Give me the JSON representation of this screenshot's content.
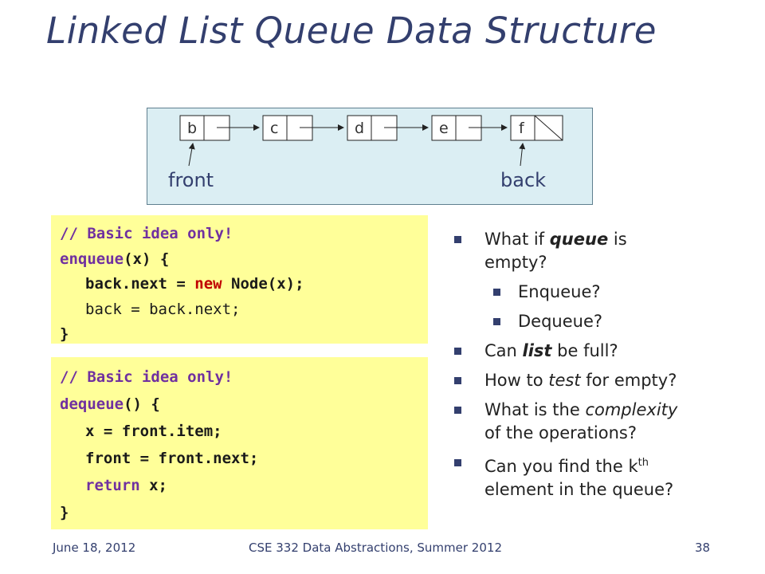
{
  "slide": {
    "title": "Linked List Queue Data Structure",
    "diagram": {
      "nodes": [
        "b",
        "c",
        "d",
        "e",
        "f"
      ],
      "front_label": "front",
      "back_label": "back"
    },
    "enqueue_code": {
      "comment": "// Basic idea only!",
      "sig_name": "enqueue",
      "sig_rest": "(x) {",
      "l3_a": "back.next = ",
      "l3_kw": "new",
      "l3_b": " Node(x);",
      "l4": "back = back.next;",
      "close": "}"
    },
    "dequeue_code": {
      "comment": "// Basic idea only!",
      "sig_name": "dequeue",
      "sig_rest": "() {",
      "l3": "x = front.item;",
      "l4": "front = front.next;",
      "l5_kw": "return",
      "l5_rest": " x;",
      "close": "}"
    },
    "bullets": {
      "b1_pre": "What if ",
      "b1_em": "queue",
      "b1_post": " is",
      "b1_line2": "empty?",
      "s1": "Enqueue?",
      "s2": "Dequeue?",
      "b2_pre": "Can ",
      "b2_em": "list",
      "b2_post": " be full?",
      "b3_pre": "How to ",
      "b3_em": "test",
      "b3_post": " for empty?",
      "b4_pre": "What is the ",
      "b4_em": "complexity",
      "b4_line2": "of the operations?",
      "b5_pre": "Can you find the k",
      "b5_sup": "th",
      "b5_line2": "element in the queue?"
    },
    "footer": {
      "date": "June 18, 2012",
      "course": "CSE 332 Data Abstractions, Summer 2012",
      "page": "38"
    },
    "colors": {
      "title": "#333f6e",
      "diagram_bg": "#dbeef3",
      "code_bg": "#ffff99",
      "comment": "#7030a0",
      "keyword_new": "#c00000"
    }
  }
}
